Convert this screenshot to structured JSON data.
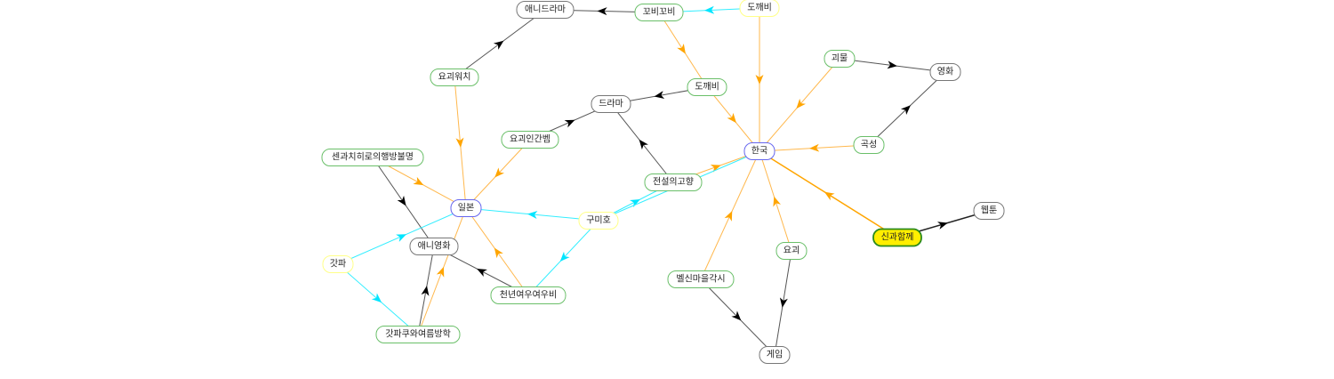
{
  "colors": {
    "black_edge": "#555555",
    "orange_edge": "#ffb84d",
    "orange_strong": "#ffa500",
    "cyan_edge": "#33eeff",
    "green_border": "#6abf69",
    "gray_border": "#777777",
    "blue_border": "#6666ee",
    "yellow_border": "#ffff88",
    "highlight_fill": "#ffee00",
    "highlight_border": "#2a8a1a"
  },
  "nodes": [
    {
      "id": "korea",
      "label": "한국",
      "style": "blue"
    },
    {
      "id": "japan",
      "label": "일본",
      "style": "blue"
    },
    {
      "id": "dokkaebi_y",
      "label": "도깨비",
      "style": "yellow"
    },
    {
      "id": "kkobi",
      "label": "꼬비꼬비",
      "style": "green"
    },
    {
      "id": "anidrama",
      "label": "애니드라마",
      "style": "gray"
    },
    {
      "id": "yokaiwatch",
      "label": "요괴워치",
      "style": "green"
    },
    {
      "id": "dokkaebi_g",
      "label": "도깨비",
      "style": "green"
    },
    {
      "id": "drama",
      "label": "드라마",
      "style": "gray"
    },
    {
      "id": "bem",
      "label": "요괴인간벰",
      "style": "green"
    },
    {
      "id": "spirited",
      "label": "센과치히로의행방불명",
      "style": "green"
    },
    {
      "id": "legend",
      "label": "전설의고향",
      "style": "green"
    },
    {
      "id": "gumiho",
      "label": "구미호",
      "style": "yellow"
    },
    {
      "id": "kappa",
      "label": "갓파",
      "style": "yellow"
    },
    {
      "id": "animovie",
      "label": "애니영화",
      "style": "gray"
    },
    {
      "id": "yobi",
      "label": "천년여우여우비",
      "style": "green"
    },
    {
      "id": "coo",
      "label": "갓파쿠와여름방학",
      "style": "green"
    },
    {
      "id": "goeul",
      "label": "괴물",
      "style": "green"
    },
    {
      "id": "movie",
      "label": "영화",
      "style": "gray"
    },
    {
      "id": "goksung",
      "label": "곡성",
      "style": "green"
    },
    {
      "id": "along",
      "label": "신과함께",
      "style": "highlight"
    },
    {
      "id": "webtoon",
      "label": "웹툰",
      "style": "gray"
    },
    {
      "id": "yogoe",
      "label": "요괴",
      "style": "green"
    },
    {
      "id": "bride",
      "label": "벨신마을각시",
      "style": "green"
    },
    {
      "id": "game",
      "label": "게임",
      "style": "gray"
    }
  ],
  "edges": [
    {
      "from": "dokkaebi_y",
      "to": "kkobi",
      "type": "cyan"
    },
    {
      "from": "kkobi",
      "to": "anidrama",
      "type": "black"
    },
    {
      "from": "yokaiwatch",
      "to": "anidrama",
      "type": "black"
    },
    {
      "from": "kkobi",
      "to": "dokkaebi_g",
      "type": "orange"
    },
    {
      "from": "dokkaebi_y",
      "to": "korea",
      "type": "orange"
    },
    {
      "from": "dokkaebi_g",
      "to": "drama",
      "type": "black"
    },
    {
      "from": "dokkaebi_g",
      "to": "korea",
      "type": "orange"
    },
    {
      "from": "yokaiwatch",
      "to": "japan",
      "type": "orange"
    },
    {
      "from": "bem",
      "to": "drama",
      "type": "black"
    },
    {
      "from": "bem",
      "to": "japan",
      "type": "orange"
    },
    {
      "from": "spirited",
      "to": "japan",
      "type": "orange"
    },
    {
      "from": "spirited",
      "to": "animovie",
      "type": "black"
    },
    {
      "from": "legend",
      "to": "drama",
      "type": "black"
    },
    {
      "from": "legend",
      "to": "korea",
      "type": "orange"
    },
    {
      "from": "gumiho",
      "to": "legend",
      "type": "cyan"
    },
    {
      "from": "gumiho",
      "to": "korea",
      "type": "cyan"
    },
    {
      "from": "gumiho",
      "to": "japan",
      "type": "cyan"
    },
    {
      "from": "gumiho",
      "to": "yobi",
      "type": "cyan"
    },
    {
      "from": "kappa",
      "to": "japan",
      "type": "cyan"
    },
    {
      "from": "kappa",
      "to": "coo",
      "type": "cyan"
    },
    {
      "from": "yobi",
      "to": "animovie",
      "type": "black"
    },
    {
      "from": "yobi",
      "to": "japan",
      "type": "orange"
    },
    {
      "from": "coo",
      "to": "animovie",
      "type": "black"
    },
    {
      "from": "coo",
      "to": "japan",
      "type": "orange"
    },
    {
      "from": "goeul",
      "to": "movie",
      "type": "black"
    },
    {
      "from": "goeul",
      "to": "korea",
      "type": "orange"
    },
    {
      "from": "goksung",
      "to": "movie",
      "type": "black"
    },
    {
      "from": "goksung",
      "to": "korea",
      "type": "orange"
    },
    {
      "from": "along",
      "to": "korea",
      "type": "orange_strong"
    },
    {
      "from": "along",
      "to": "webtoon",
      "type": "black_strong"
    },
    {
      "from": "yogoe",
      "to": "korea",
      "type": "orange"
    },
    {
      "from": "yogoe",
      "to": "game",
      "type": "black"
    },
    {
      "from": "bride",
      "to": "korea",
      "type": "orange"
    },
    {
      "from": "bride",
      "to": "game",
      "type": "black"
    }
  ]
}
